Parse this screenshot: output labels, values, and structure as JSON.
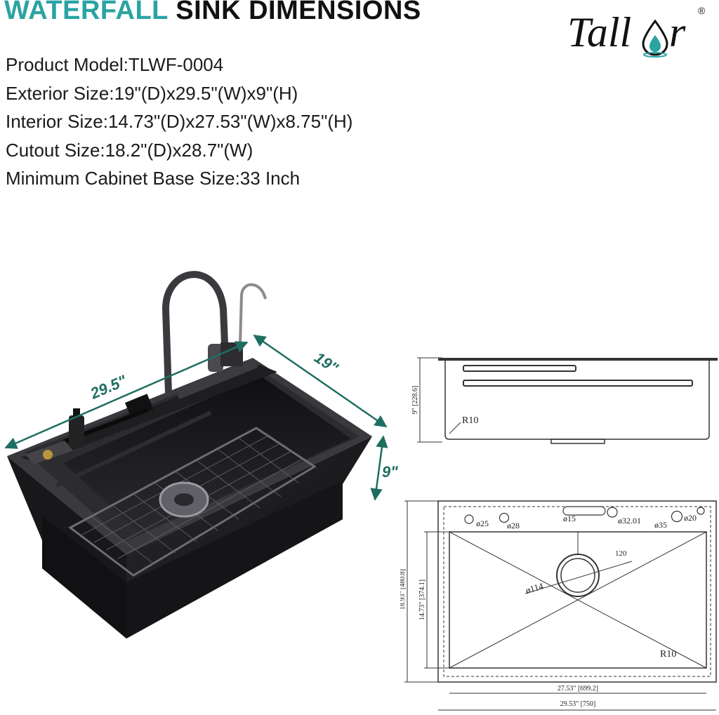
{
  "header": {
    "title_highlight": "WATERFALL",
    "title_rest": " SINK DIMENSIONS",
    "accent_color": "#2aa3a3",
    "logo_text_left": "Tall",
    "logo_text_right": "r",
    "logo_mark": "®",
    "logo_icon": "water-drop-icon"
  },
  "specs": {
    "model": "Product Model:TLWF-0004",
    "exterior": "Exterior Size:19\"(D)x29.5\"(W)x9\"(H)",
    "interior": "Interior Size:14.73\"(D)x27.53\"(W)x8.75\"(H)",
    "cutout": "Cutout Size:18.2\"(D)x28.7\"(W)",
    "cabinet": "Minimum Cabinet Base Size:33 Inch"
  },
  "illustration": {
    "width_label": "29.5\"",
    "depth_label": "19\"",
    "height_label": "9\"",
    "arrow_color": "#1f6e62",
    "sink_color": "#1c1c1e"
  },
  "side_view": {
    "height_label": "9\" [228.6]",
    "radius_label": "R10"
  },
  "top_view": {
    "outer_depth_label": "18.93\" [480.8]",
    "inner_depth_label": "14.73\" [374.1]",
    "inner_width_label": "27.53\" [699.2]",
    "outer_width_label": "29.53\" [750]",
    "hole_25": "ø25",
    "hole_28": "ø28",
    "hole_15": "ø15",
    "hole_32": "ø32.01",
    "hole_35": "ø35",
    "hole_20": "ø20",
    "drain_label": "ø114",
    "offset_label": "120",
    "corner_label": "R10"
  }
}
